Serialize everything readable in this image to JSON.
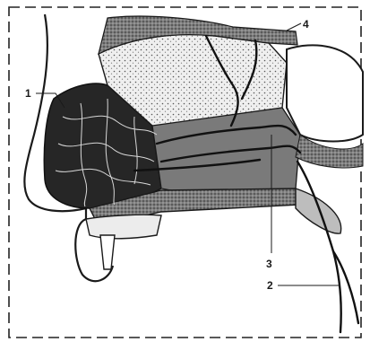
{
  "figure": {
    "callouts": [
      {
        "key": "1",
        "text": "1"
      },
      {
        "key": "2",
        "text": "2"
      },
      {
        "key": "3",
        "text": "3"
      },
      {
        "key": "4",
        "text": "4"
      }
    ],
    "colors": {
      "ink": "#1a1a1a",
      "paper": "#ffffff",
      "stipple_light": "#d9d9d9",
      "dark_tone": "#6e6e6e",
      "vessel": "#111111"
    }
  }
}
